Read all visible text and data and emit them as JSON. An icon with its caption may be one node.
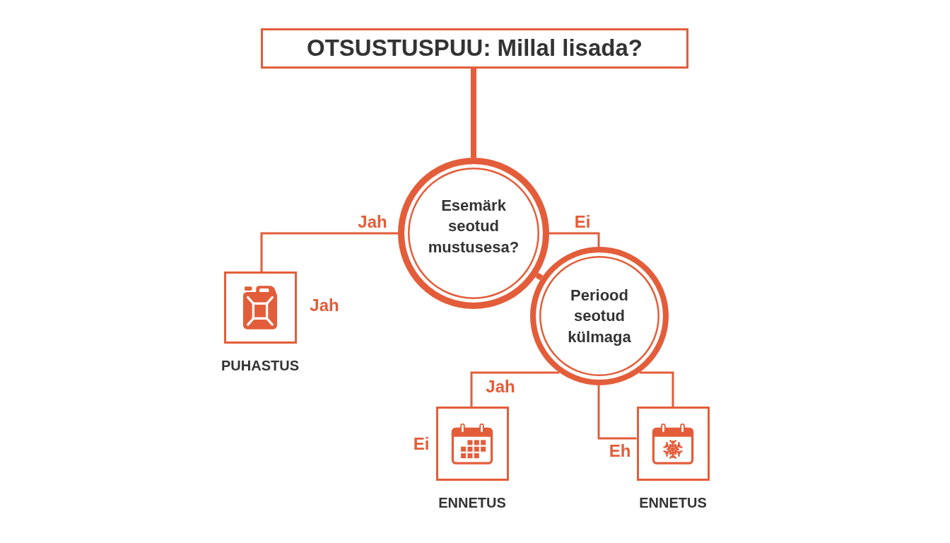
{
  "diagram": {
    "nodes": [
      {
        "text": [
          "OTSUSTUSPUU: Millal lisada?"
        ]
      },
      {
        "text": [
          "Esemärk seotud mustusesa?"
        ]
      },
      {
        "text": [
          "Periood seotud külmaga"
        ]
      },
      {
        "text": [
          "PUHASTUS"
        ],
        "beside": [
          "Jah"
        ]
      },
      {
        "text": [
          "ENNETUS"
        ],
        "beside": [
          "Ei"
        ]
      },
      {
        "text": [
          "ENNETUS"
        ]
      }
    ],
    "edges": [
      {
        "from": 0,
        "to": 1,
        "arrow": "none",
        "style": "thick"
      },
      {
        "from": 1,
        "to": 3,
        "arrow": "none",
        "label": "Jah"
      },
      {
        "from": 1,
        "to": 2,
        "arrow": "none",
        "label": "Ei"
      },
      {
        "from": 1,
        "to": 2,
        "arrow": "none",
        "style": "thick"
      },
      {
        "from": 2,
        "to": 4,
        "arrow": "none",
        "label": "Jah"
      },
      {
        "from": 2,
        "to": 5,
        "arrow": "none"
      },
      {
        "from": 2,
        "to": 5,
        "arrow": "none",
        "label": "Eh"
      }
    ]
  }
}
